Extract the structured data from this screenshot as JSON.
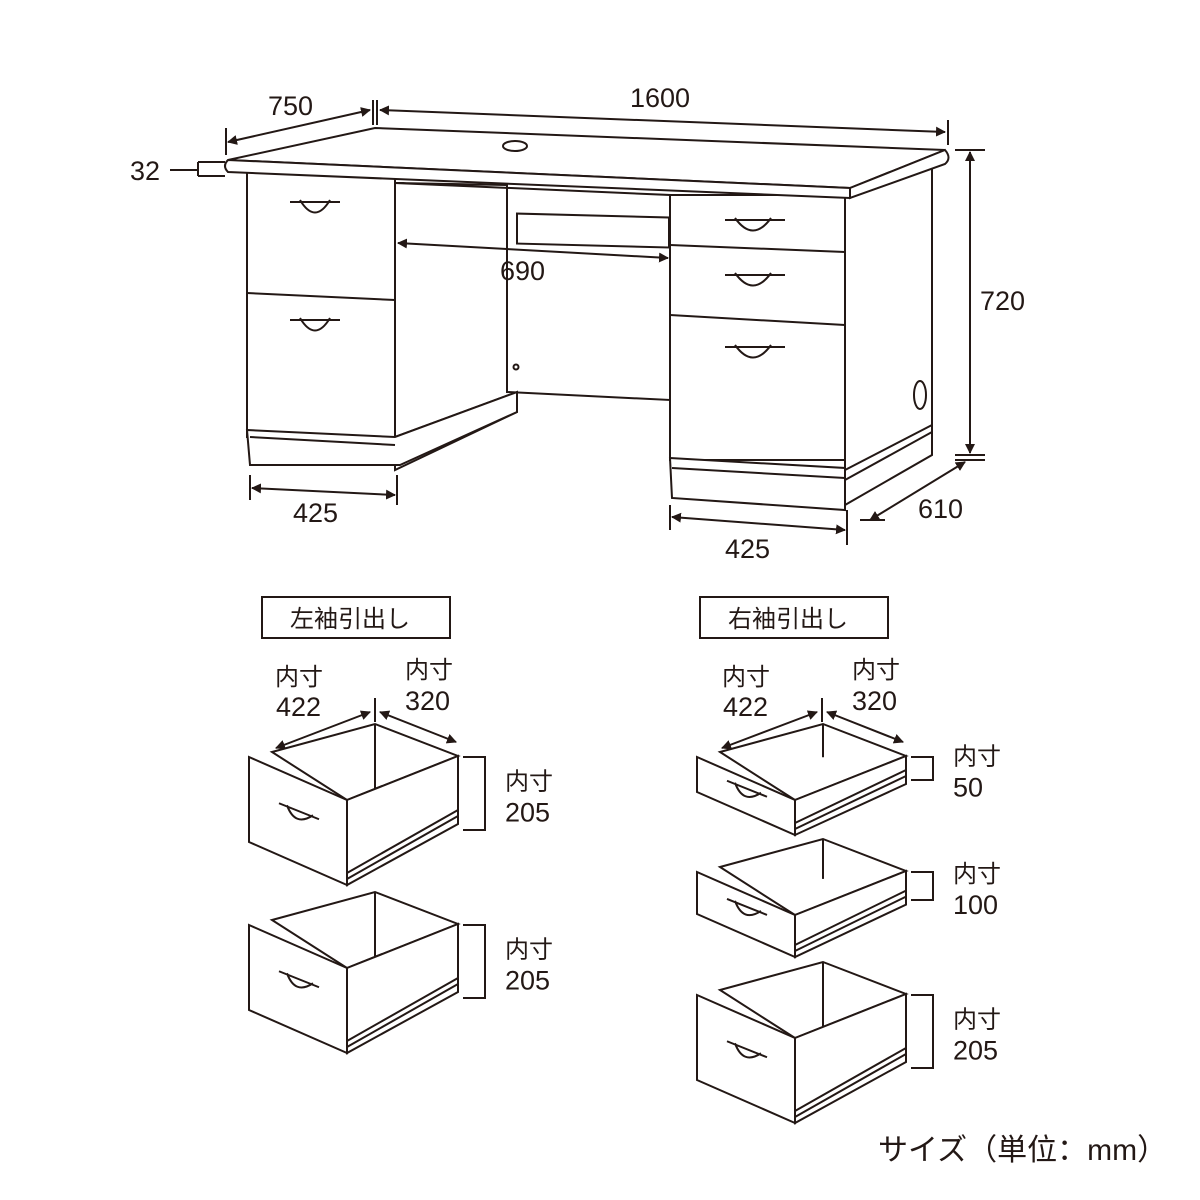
{
  "desk": {
    "depth": "750",
    "width": "1600",
    "top_thickness": "32",
    "height": "720",
    "knee_space": "690",
    "left_pedestal_width": "425",
    "right_pedestal_width": "425",
    "pedestal_depth": "610"
  },
  "left_drawers": {
    "title": "左袖引出し",
    "inner_prefix": "内寸",
    "width": "422",
    "depth": "320",
    "heights": [
      "205",
      "205"
    ]
  },
  "right_drawers": {
    "title": "右袖引出し",
    "inner_prefix": "内寸",
    "width": "422",
    "depth": "320",
    "heights": [
      "50",
      "100",
      "205"
    ]
  },
  "unit_note": "サイズ（単位：mm）"
}
